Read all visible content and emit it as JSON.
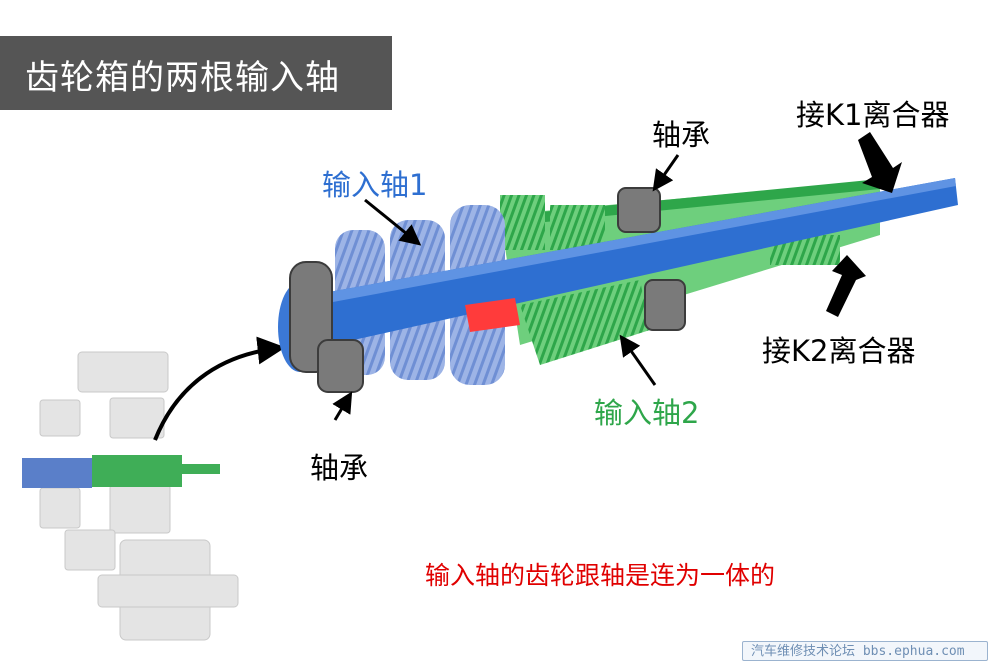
{
  "title": "齿轮箱的两根输入轴",
  "labels": {
    "input_shaft_1": "输入轴1",
    "input_shaft_2": "输入轴2",
    "bearing_top": "轴承",
    "bearing_bottom": "轴承",
    "k1_clutch": "接K1离合器",
    "k2_clutch": "接K2离合器"
  },
  "caption": "输入轴的齿轮跟轴是连为一体的",
  "watermark": "汽车维修技术论坛 bbs.ephua.com",
  "colors": {
    "title_bg": "#555555",
    "shaft1_blue": "#2e6fd1",
    "shaft2_green": "#2ea64a",
    "highlight_red": "#ff3b3b",
    "caption_red": "#e00000"
  }
}
